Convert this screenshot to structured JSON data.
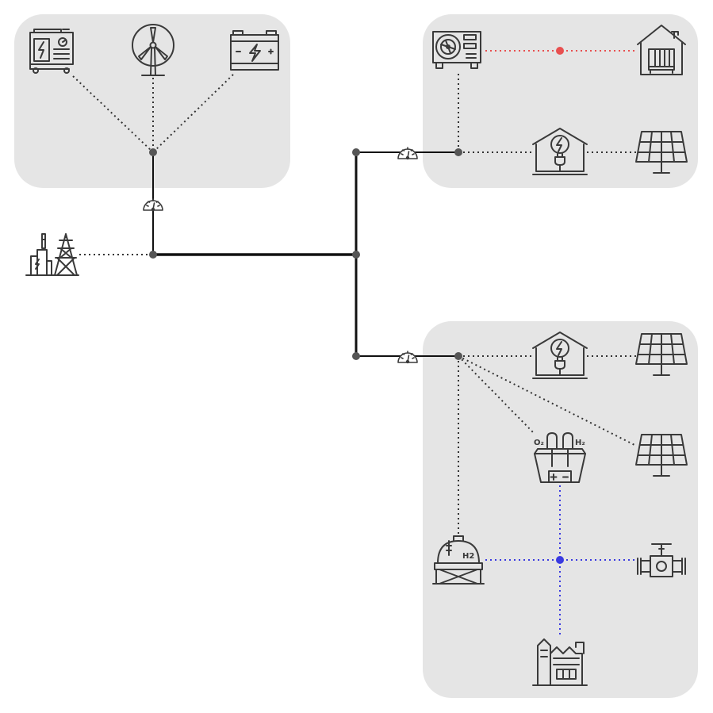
{
  "diagram": {
    "colors": {
      "background": "#ffffff",
      "group_fill": "#e5e5e5",
      "line": "#333333",
      "node": "#555555",
      "heat_link": "#e85050",
      "hydrogen_link": "#3a3ae0",
      "icon_stroke": "#3a3a3a"
    },
    "icons": {
      "generator": "generator-icon",
      "wind_turbine": "wind-turbine-icon",
      "battery": "battery-icon",
      "power_plant": "power-plant-icon",
      "heat_pump": "heat-pump-icon",
      "heated_house": "heated-house-icon",
      "ev_charging": "ev-charging-station-icon",
      "solar_panel": "solar-panel-icon",
      "electrolyzer": "electrolyzer-icon",
      "hydrogen_tank": "hydrogen-tank-icon",
      "gas_valve": "gas-valve-icon",
      "factory": "factory-icon",
      "meter": "meter-icon"
    },
    "labels": {
      "oxygen": "O₂",
      "hydrogen": "H₂",
      "tank_label": "H2",
      "plus": "+",
      "minus": "−"
    }
  }
}
